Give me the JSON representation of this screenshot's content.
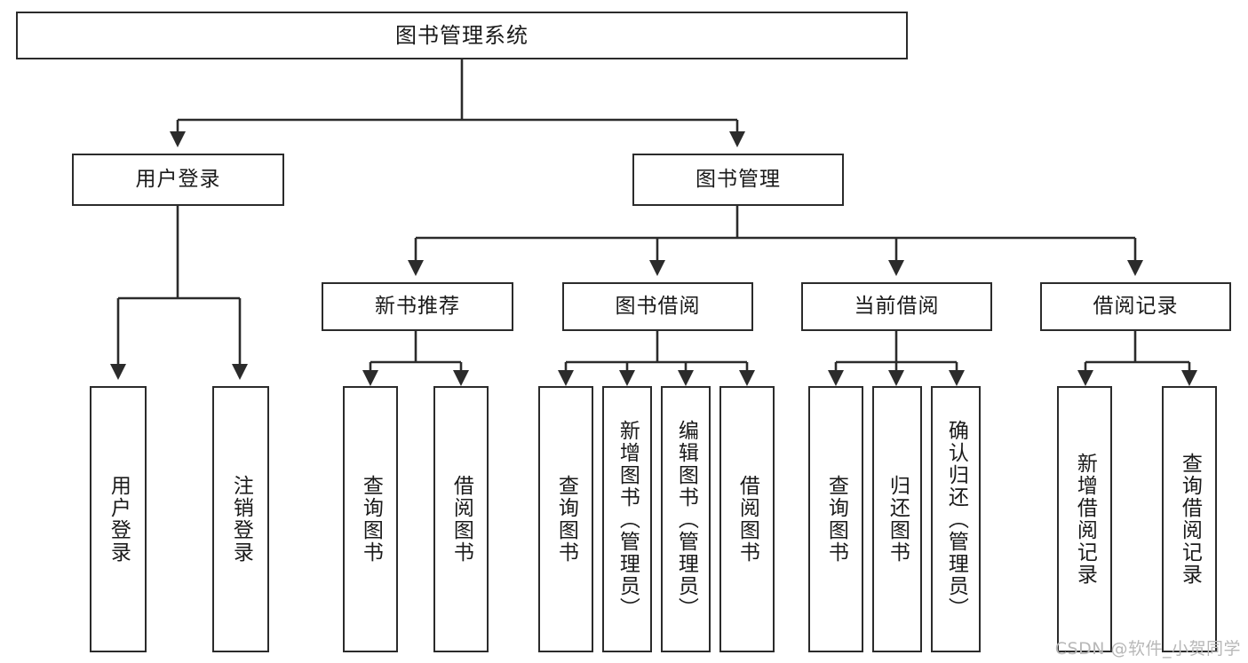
{
  "diagram": {
    "title": "图书管理系统",
    "type": "tree-hierarchy-chart",
    "watermark": "CSDN @软件_小贺同学",
    "colors": {
      "box_border": "#2b2b2b",
      "box_fill": "#ffffff",
      "line": "#2b2b2b",
      "text": "#1a1a1a",
      "watermark": "#b8b8b8",
      "background": "#ffffff"
    },
    "root": {
      "label": "图书管理系统"
    },
    "level1": [
      {
        "id": "user-login",
        "label": "用户登录"
      },
      {
        "id": "book-manage",
        "label": "图书管理"
      }
    ],
    "level2": [
      {
        "id": "new-book-rec",
        "label": "新书推荐",
        "parent": "book-manage"
      },
      {
        "id": "book-borrow",
        "label": "图书借阅",
        "parent": "book-manage"
      },
      {
        "id": "current-borrow",
        "label": "当前借阅",
        "parent": "book-manage"
      },
      {
        "id": "borrow-record",
        "label": "借阅记录",
        "parent": "book-manage"
      }
    ],
    "leaves": {
      "user-login": [
        {
          "id": "leaf-user-login",
          "label": "用户登录"
        },
        {
          "id": "leaf-user-logout",
          "label": "注销登录"
        }
      ],
      "new-book-rec": [
        {
          "id": "leaf-query-book-1",
          "label": "查询图书"
        },
        {
          "id": "leaf-borrow-book-1",
          "label": "借阅图书"
        }
      ],
      "book-borrow": [
        {
          "id": "leaf-query-book-2",
          "label": "查询图书"
        },
        {
          "id": "leaf-add-book",
          "label": "新增图书（管理员）"
        },
        {
          "id": "leaf-edit-book",
          "label": "编辑图书（管理员）"
        },
        {
          "id": "leaf-borrow-book-2",
          "label": "借阅图书"
        }
      ],
      "current-borrow": [
        {
          "id": "leaf-query-book-3",
          "label": "查询图书"
        },
        {
          "id": "leaf-return-book",
          "label": "归还图书"
        },
        {
          "id": "leaf-confirm-return",
          "label": "确认归还（管理员）"
        }
      ],
      "borrow-record": [
        {
          "id": "leaf-add-record",
          "label": "新增借阅记录"
        },
        {
          "id": "leaf-query-record",
          "label": "查询借阅记录"
        }
      ]
    }
  }
}
